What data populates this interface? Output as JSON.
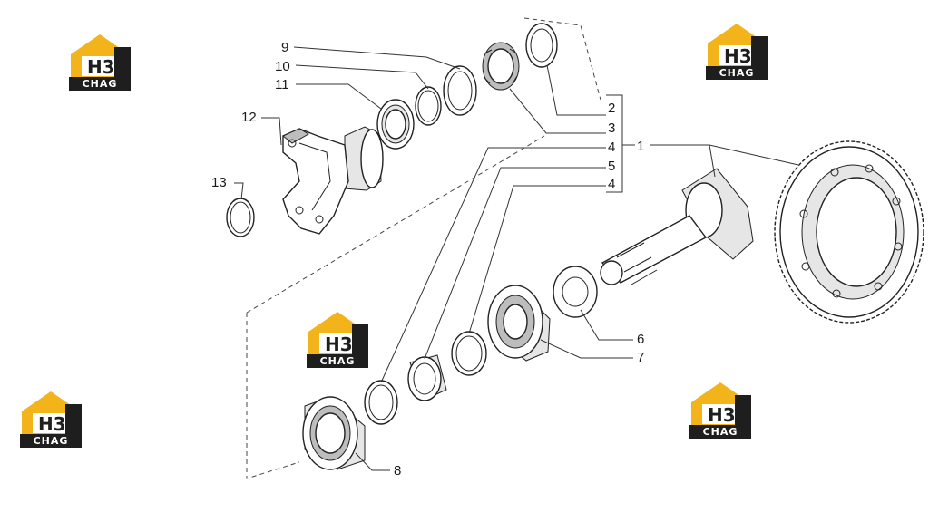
{
  "watermark": {
    "code": "H3",
    "word": "CHAG"
  },
  "callouts": {
    "n1": "1",
    "n2": "2",
    "n3": "3",
    "n4a": "4",
    "n5": "5",
    "n4b": "4",
    "n6": "6",
    "n7": "7",
    "n8": "8",
    "n9": "9",
    "n10": "10",
    "n11": "11",
    "n12": "12",
    "n13": "13"
  },
  "colors": {
    "logo_yellow": "#f2b31b",
    "logo_dark": "#1e1e1e",
    "line": "#222222"
  }
}
